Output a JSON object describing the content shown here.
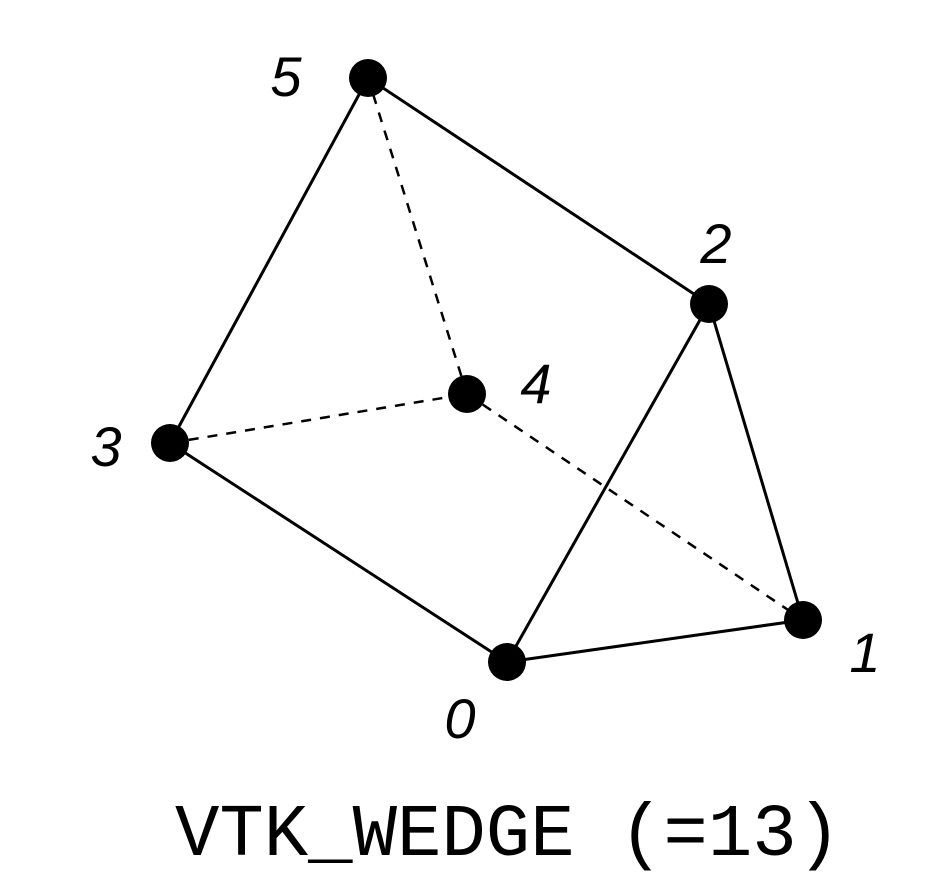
{
  "caption": "VTK_WEDGE (=13)",
  "vertices": [
    {
      "id": "0",
      "label": "0"
    },
    {
      "id": "1",
      "label": "1"
    },
    {
      "id": "2",
      "label": "2"
    },
    {
      "id": "3",
      "label": "3"
    },
    {
      "id": "4",
      "label": "4"
    },
    {
      "id": "5",
      "label": "5"
    }
  ],
  "edges": [
    {
      "from": "0",
      "to": "1",
      "style": "solid"
    },
    {
      "from": "1",
      "to": "2",
      "style": "solid"
    },
    {
      "from": "2",
      "to": "0",
      "style": "solid"
    },
    {
      "from": "3",
      "to": "5",
      "style": "solid"
    },
    {
      "from": "5",
      "to": "2",
      "style": "solid"
    },
    {
      "from": "3",
      "to": "0",
      "style": "solid"
    },
    {
      "from": "3",
      "to": "4",
      "style": "dashed"
    },
    {
      "from": "4",
      "to": "5",
      "style": "dashed"
    },
    {
      "from": "4",
      "to": "1",
      "style": "dashed"
    }
  ],
  "colors": {
    "stroke": "#000000",
    "background": "#ffffff"
  }
}
